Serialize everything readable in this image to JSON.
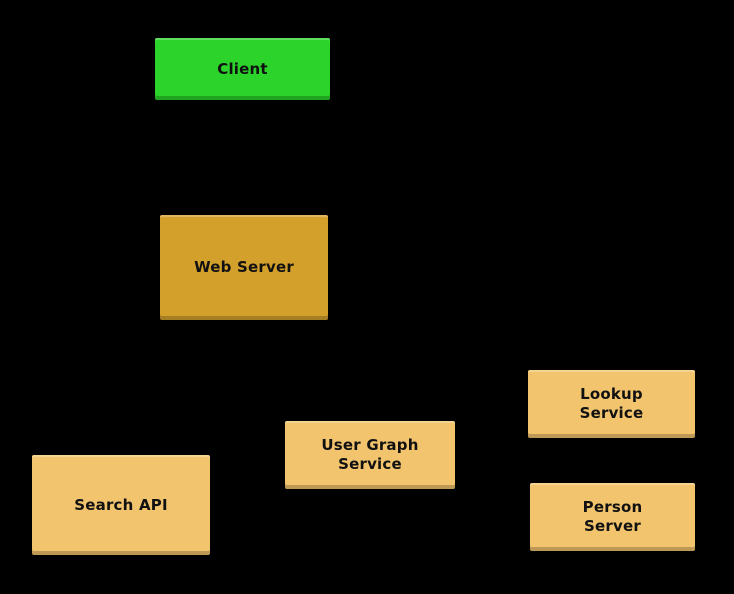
{
  "diagram": {
    "background_color": "#000000",
    "text_color": "#111111",
    "nodes": {
      "client": {
        "label": "Client",
        "color": "#2bd32a"
      },
      "web_server": {
        "label": "Web Server",
        "color": "#d4a02c"
      },
      "lookup_service": {
        "label": "Lookup\nService",
        "color": "#f2c46d"
      },
      "user_graph_service": {
        "label": "User Graph\nService",
        "color": "#f2c46d"
      },
      "search_api": {
        "label": "Search API",
        "color": "#f2c46d"
      },
      "person_server": {
        "label": "Person\nServer",
        "color": "#f2c46d"
      }
    }
  }
}
